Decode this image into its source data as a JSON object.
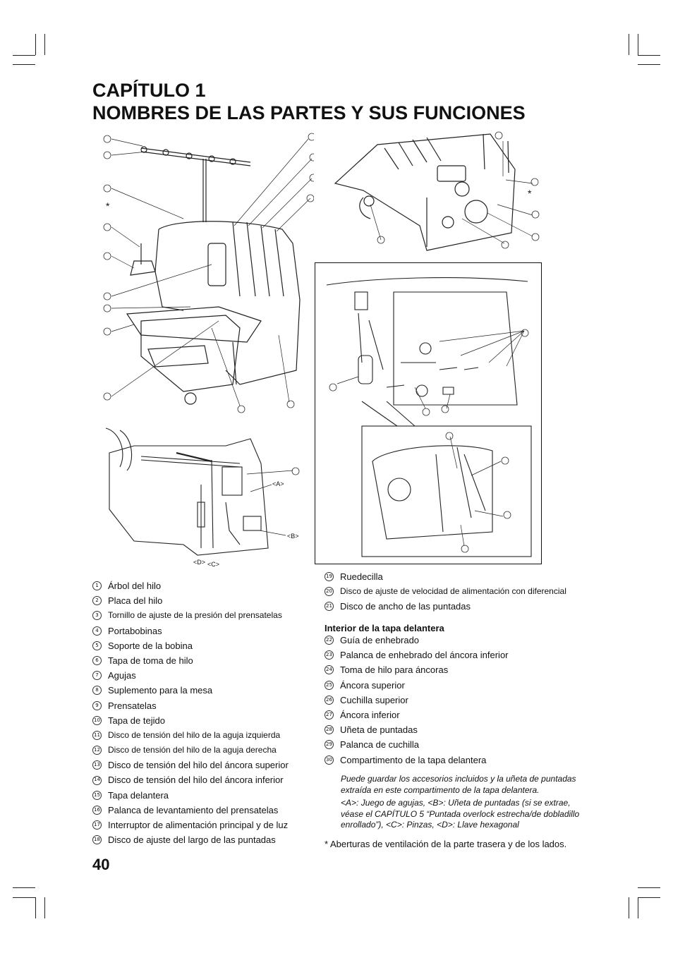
{
  "header": {
    "title_line1": "CAPÍTULO 1",
    "title_line2": "NOMBRES DE LAS PARTES Y SUS FUNCIONES"
  },
  "figure_labels": {
    "asterisk": "*",
    "A": "<A>",
    "B": "<B>",
    "C": "<C>",
    "D": "<D>"
  },
  "parts_left": [
    {
      "n": "1",
      "label": "Árbol del hilo"
    },
    {
      "n": "2",
      "label": "Placa del hilo"
    },
    {
      "n": "3",
      "label": "Tornillo de ajuste de la presión del prensatelas",
      "small": true
    },
    {
      "n": "4",
      "label": "Portabobinas"
    },
    {
      "n": "5",
      "label": "Soporte de la bobina"
    },
    {
      "n": "6",
      "label": "Tapa de toma de hilo"
    },
    {
      "n": "7",
      "label": "Agujas"
    },
    {
      "n": "8",
      "label": "Suplemento para la mesa"
    },
    {
      "n": "9",
      "label": "Prensatelas"
    },
    {
      "n": "10",
      "label": "Tapa de tejido"
    },
    {
      "n": "11",
      "label": "Disco de tensión del hilo de la aguja izquierda",
      "small": true
    },
    {
      "n": "12",
      "label": "Disco de tensión del hilo de la aguja derecha",
      "small": true
    },
    {
      "n": "13",
      "label": "Disco de tensión del hilo del áncora superior"
    },
    {
      "n": "14",
      "label": "Disco de tensión del hilo del áncora inferior"
    },
    {
      "n": "15",
      "label": "Tapa delantera"
    },
    {
      "n": "16",
      "label": "Palanca de levantamiento del prensatelas"
    },
    {
      "n": "17",
      "label": "Interruptor de alimentación principal y de luz"
    },
    {
      "n": "18",
      "label": "Disco de ajuste del largo de las puntadas"
    }
  ],
  "parts_right_top": [
    {
      "n": "19",
      "label": "Ruedecilla"
    },
    {
      "n": "20",
      "label": "Disco de ajuste de velocidad de alimentación con diferencial",
      "small": true
    },
    {
      "n": "21",
      "label": "Disco de ancho de las puntadas"
    }
  ],
  "interior_title": "Interior de la tapa delantera",
  "parts_right_interior": [
    {
      "n": "22",
      "label": "Guía de enhebrado"
    },
    {
      "n": "23",
      "label": "Palanca de enhebrado del áncora inferior"
    },
    {
      "n": "24",
      "label": "Toma de hilo para áncoras"
    },
    {
      "n": "25",
      "label": "Áncora superior"
    },
    {
      "n": "26",
      "label": "Cuchilla superior"
    },
    {
      "n": "27",
      "label": "Áncora inferior"
    },
    {
      "n": "28",
      "label": "Uñeta de puntadas"
    },
    {
      "n": "29",
      "label": "Palanca de cuchilla"
    },
    {
      "n": "30",
      "label": "Compartimento de la tapa delantera"
    }
  ],
  "note1": "Puede guardar los accesorios incluidos y la uñeta de puntadas extraída en este compartimento de la tapa delantera.",
  "note2": "<A>: Juego de agujas, <B>: Uñeta de puntadas (si se extrae, véase el CAPÍTULO 5 “Puntada overlock estrecha/de dobladillo enrollado”), <C>: Pinzas, <D>: Llave hexagonal",
  "footnote": "* Aberturas de ventilación de la parte trasera y de los lados.",
  "page_number": "40"
}
